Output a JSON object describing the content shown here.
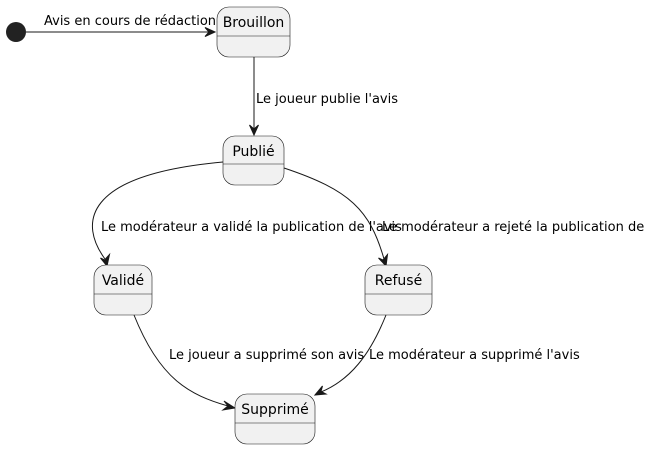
{
  "initial_transition_label": "Avis en cours de rédaction",
  "states": {
    "brouillon": "Brouillon",
    "publie": "Publié",
    "valide": "Validé",
    "refuse": "Refusé",
    "supprime": "Supprimé"
  },
  "transitions": {
    "brouillon_to_publie": "Le joueur publie l'avis",
    "publie_to_valide": "Le modérateur a validé la publication de l'avis",
    "publie_to_refuse": "Le modérateur a rejeté la publication de l'avis",
    "valide_to_supprime": "Le joueur a supprimé son avis",
    "refuse_to_supprime": "Le modérateur a supprimé l'avis"
  },
  "colors": {
    "state_fill": "#f1f1f1",
    "stroke": "#181818",
    "start_dot": "#222222"
  }
}
